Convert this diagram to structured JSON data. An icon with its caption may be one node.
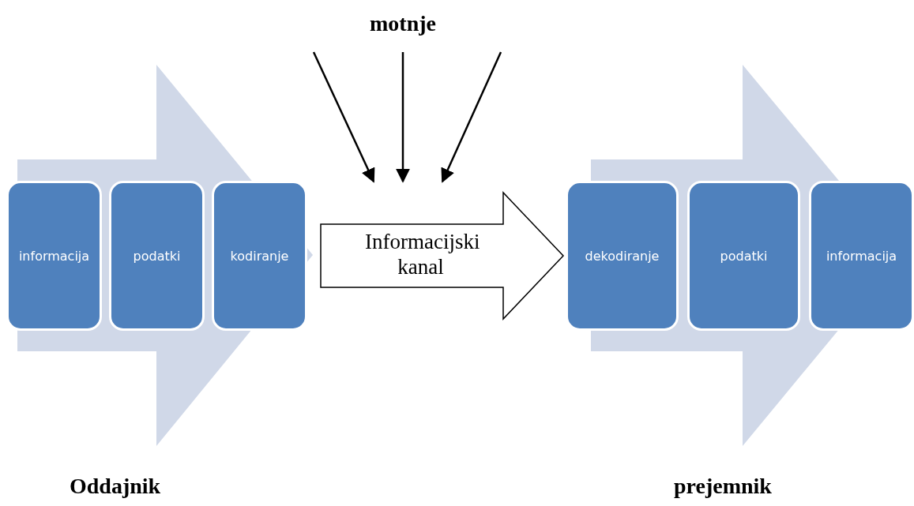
{
  "diagram": {
    "nodes": [
      {
        "text": [
          "motnje"
        ]
      },
      {
        "text": [],
        "shape": "arrow",
        "beside": [
          "Oddajnik"
        ]
      },
      {
        "text": [
          "informacija"
        ],
        "in": 1
      },
      {
        "text": [
          "podatki"
        ],
        "in": 1
      },
      {
        "text": [
          "kodiranje"
        ],
        "in": 1
      },
      {
        "text": [],
        "shape": "arrow",
        "beside": [
          "prejemnik"
        ]
      },
      {
        "text": [
          "dekodiranje"
        ]
      },
      {
        "text": [
          "podatki"
        ],
        "in": 5
      },
      {
        "text": [
          "informacija"
        ],
        "in": 5
      }
    ],
    "edges": [
      {
        "from": 4,
        "to": 6,
        "arrow": "to",
        "label": "Informacijski kanal",
        "style": "thick"
      }
    ]
  }
}
